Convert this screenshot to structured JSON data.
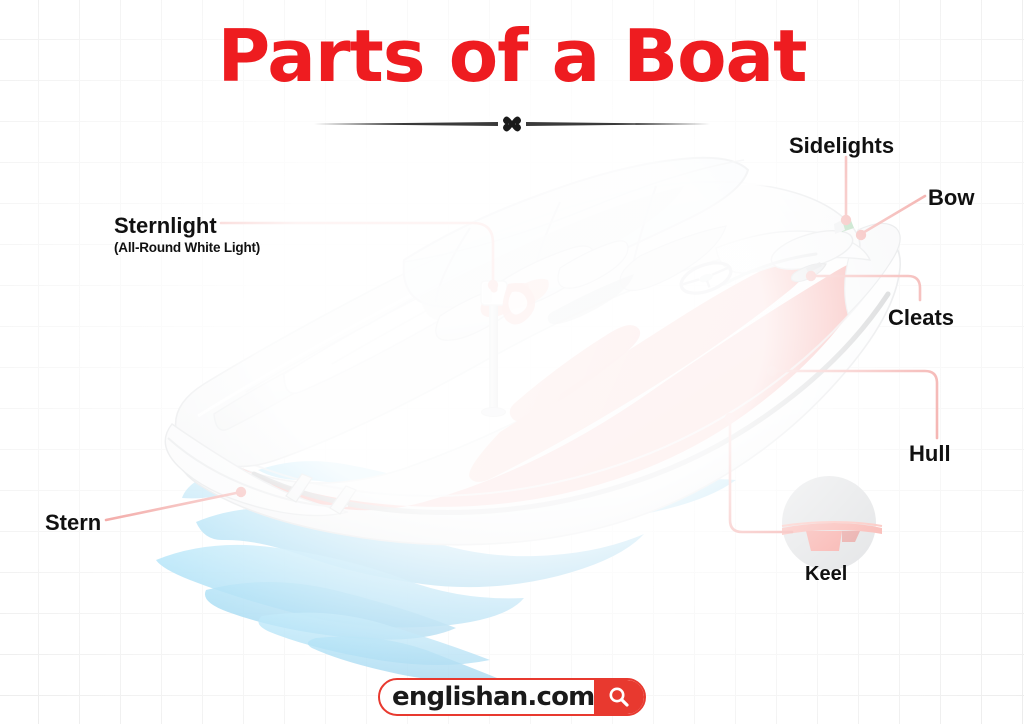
{
  "page": {
    "title": "Parts of a Boat",
    "background_color": "#ffffff",
    "grid_color": "#ececec",
    "accent_red": "#EE1C20",
    "leader_red": "#E2332C",
    "water_blue": "#29ABE2",
    "water_blue_dark": "#1C94D2",
    "hull_red": "#EE2B24",
    "hull_red_light": "#F4563D"
  },
  "divider": {
    "ornament": "quatrefoil-ornament"
  },
  "labels": [
    {
      "id": "sternlight",
      "text": "Sternlight",
      "sub": "(All-Round White Light)"
    },
    {
      "id": "sidelights",
      "text": "Sidelights",
      "sub": ""
    },
    {
      "id": "bow",
      "text": "Bow",
      "sub": ""
    },
    {
      "id": "cleats",
      "text": "Cleats",
      "sub": ""
    },
    {
      "id": "hull",
      "text": "Hull",
      "sub": ""
    },
    {
      "id": "keel",
      "text": "Keel",
      "sub": ""
    },
    {
      "id": "stern",
      "text": "Stern",
      "sub": ""
    }
  ],
  "label_text": {
    "sternlight": "Sternlight",
    "sternlight_sub": "(All-Round White Light)",
    "sidelights": "Sidelights",
    "bow": "Bow",
    "cleats": "Cleats",
    "hull": "Hull",
    "keel": "Keel",
    "stern": "Stern"
  },
  "illustration": {
    "subject": "motorboat-speedboat-3d-illustration",
    "detail_callout": {
      "name": "keel-detail-circle",
      "shows": "Keel"
    }
  },
  "footer": {
    "brand": "englishan.com",
    "search_icon": "magnifier-icon"
  }
}
